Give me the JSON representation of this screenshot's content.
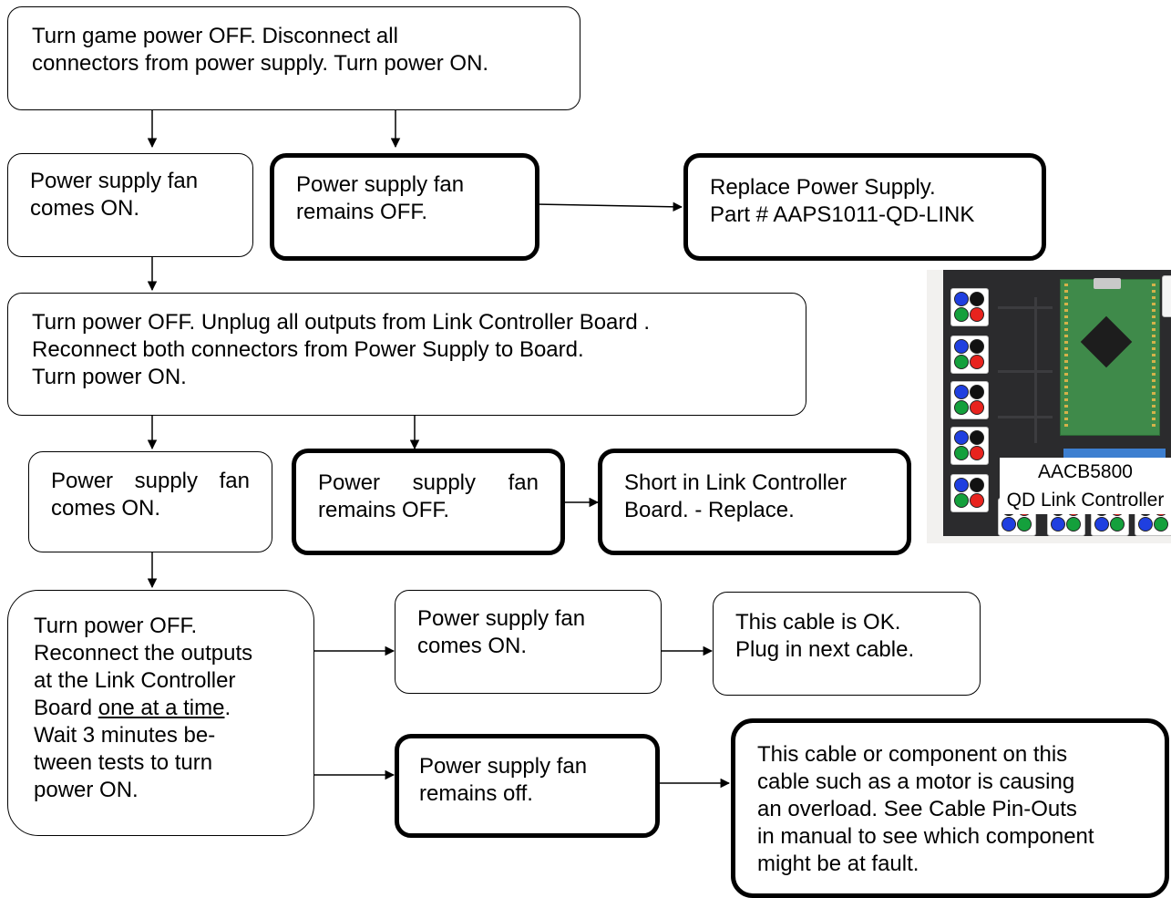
{
  "start": {
    "lines": [
      "Turn game power OFF. Disconnect all",
      "connectors from power supply. Turn power ON."
    ]
  },
  "psu_check": {
    "fan_on": {
      "lines": [
        "Power supply fan",
        "comes ON."
      ]
    },
    "fan_off": {
      "lines": [
        "Power supply fan",
        "remains OFF."
      ]
    },
    "replace": {
      "lines": [
        "Replace Power Supply.",
        "Part # AAPS1011-QD-LINK"
      ]
    }
  },
  "board_test": {
    "lines": [
      "Turn power OFF. Unplug all outputs from Link Controller Board .",
      "Reconnect both connectors from Power Supply to Board.",
      "Turn power ON."
    ]
  },
  "board_check": {
    "fan_on": {
      "lines": [
        "Power supply fan",
        "comes ON."
      ]
    },
    "fan_off": {
      "lines": [
        "Power supply fan",
        "remains OFF."
      ]
    },
    "short": {
      "lines": [
        "Short in Link Controller",
        "Board. - Replace."
      ]
    }
  },
  "output_test": {
    "line1": "Turn power OFF.",
    "line2": "Reconnect the outputs",
    "line3": "at the Link Controller",
    "line4_prefix": "Board ",
    "line4_underlined": "one at a time",
    "line4_suffix": ".",
    "line5": "Wait 3 minutes be-",
    "line6": "tween tests to turn",
    "line7": "power ON."
  },
  "output_results": {
    "fan_on": {
      "lines": [
        "Power supply fan",
        "comes ON."
      ]
    },
    "cable_ok": {
      "lines": [
        "This cable is OK.",
        "Plug in next cable."
      ]
    },
    "fan_off": {
      "lines": [
        "Power supply fan",
        "remains off."
      ]
    },
    "overload": {
      "lines": [
        "This cable or component on this",
        "cable such as a motor is causing",
        "an overload. See  Cable Pin-Outs",
        "in manual to see which component",
        "might be at fault."
      ]
    }
  },
  "photo": {
    "part_number": "AACB5800",
    "caption": "QD Link Controller"
  },
  "colors": {
    "border": "#000000",
    "dot_blue": "#1f3fe0",
    "dot_black": "#111111",
    "dot_green": "#14a03c",
    "dot_red": "#e8231e"
  }
}
